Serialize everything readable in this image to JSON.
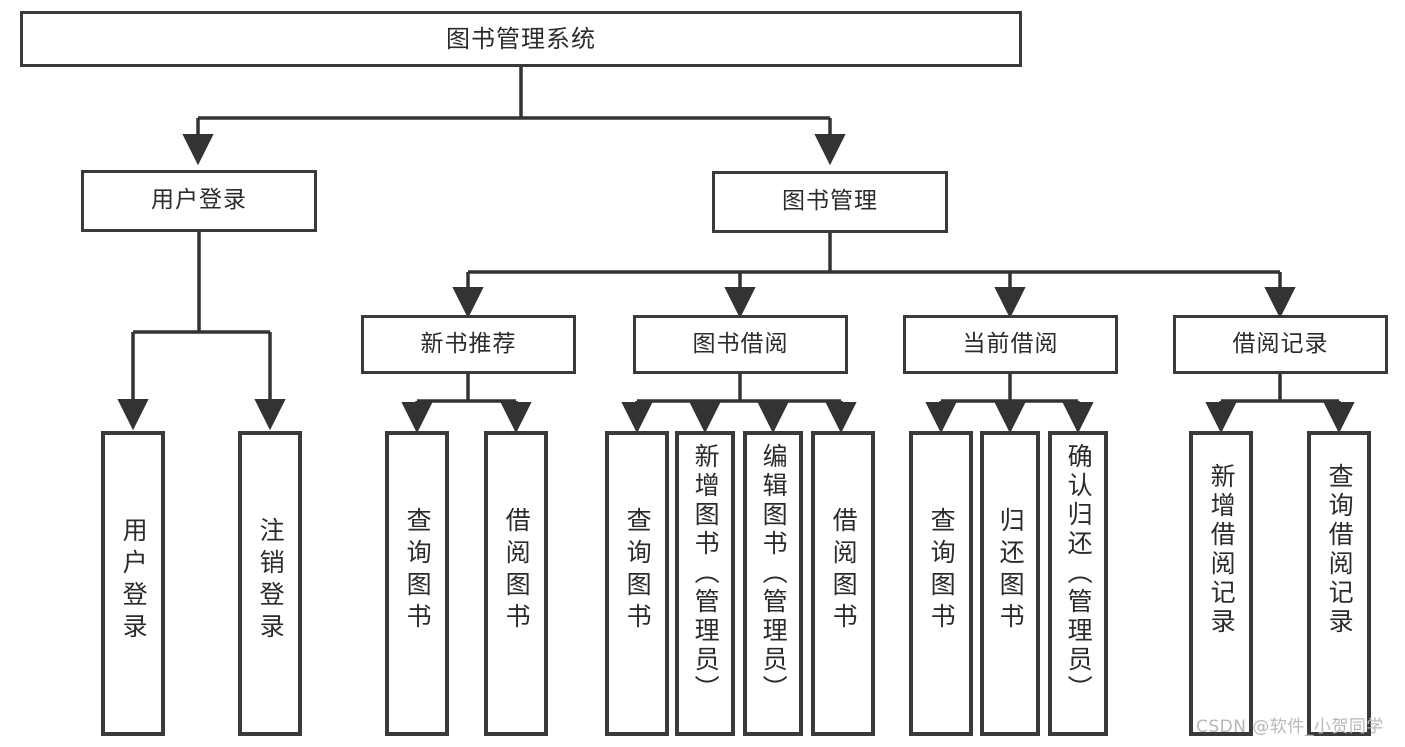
{
  "diagram": {
    "title": "图书管理系统",
    "type": "tree-hierarchy-chart",
    "root": {
      "id": "root",
      "label": "图书管理系统"
    },
    "level2": [
      {
        "id": "user-login",
        "label": "用户登录"
      },
      {
        "id": "book-manage",
        "label": "图书管理"
      }
    ],
    "level3": [
      {
        "id": "new-book-rec",
        "label": "新书推荐",
        "parent": "book-manage"
      },
      {
        "id": "book-borrow",
        "label": "图书借阅",
        "parent": "book-manage"
      },
      {
        "id": "current-borrow",
        "label": "当前借阅",
        "parent": "book-manage"
      },
      {
        "id": "borrow-record",
        "label": "借阅记录",
        "parent": "book-manage"
      }
    ],
    "leaves": [
      {
        "id": "leaf-user-login",
        "label": "用户登录",
        "parent": "user-login"
      },
      {
        "id": "leaf-logout",
        "label": "注销登录",
        "parent": "user-login"
      },
      {
        "id": "leaf-query-book-1",
        "label": "查询图书",
        "parent": "new-book-rec"
      },
      {
        "id": "leaf-borrow-book-1",
        "label": "借阅图书",
        "parent": "new-book-rec"
      },
      {
        "id": "leaf-query-book-2",
        "label": "查询图书",
        "parent": "book-borrow"
      },
      {
        "id": "leaf-add-book",
        "label": "新增图书（管理员）",
        "parent": "book-borrow"
      },
      {
        "id": "leaf-edit-book",
        "label": "编辑图书（管理员）",
        "parent": "book-borrow"
      },
      {
        "id": "leaf-borrow-book-2",
        "label": "借阅图书",
        "parent": "book-borrow"
      },
      {
        "id": "leaf-query-book-3",
        "label": "查询图书",
        "parent": "current-borrow"
      },
      {
        "id": "leaf-return-book",
        "label": "归还图书",
        "parent": "current-borrow"
      },
      {
        "id": "leaf-confirm-return",
        "label": "确认归还（管理员）",
        "parent": "current-borrow"
      },
      {
        "id": "leaf-add-record",
        "label": "新增借阅记录",
        "parent": "borrow-record"
      },
      {
        "id": "leaf-query-record",
        "label": "查询借阅记录",
        "parent": "borrow-record"
      }
    ],
    "colors": {
      "box_border": "#3a3a3a",
      "box_fill": "#ffffff",
      "connector": "#333333",
      "text": "#2b2b2b",
      "watermark": "#b8b8b8"
    }
  },
  "watermark": {
    "text": "CSDN @软件_小贺同学"
  }
}
